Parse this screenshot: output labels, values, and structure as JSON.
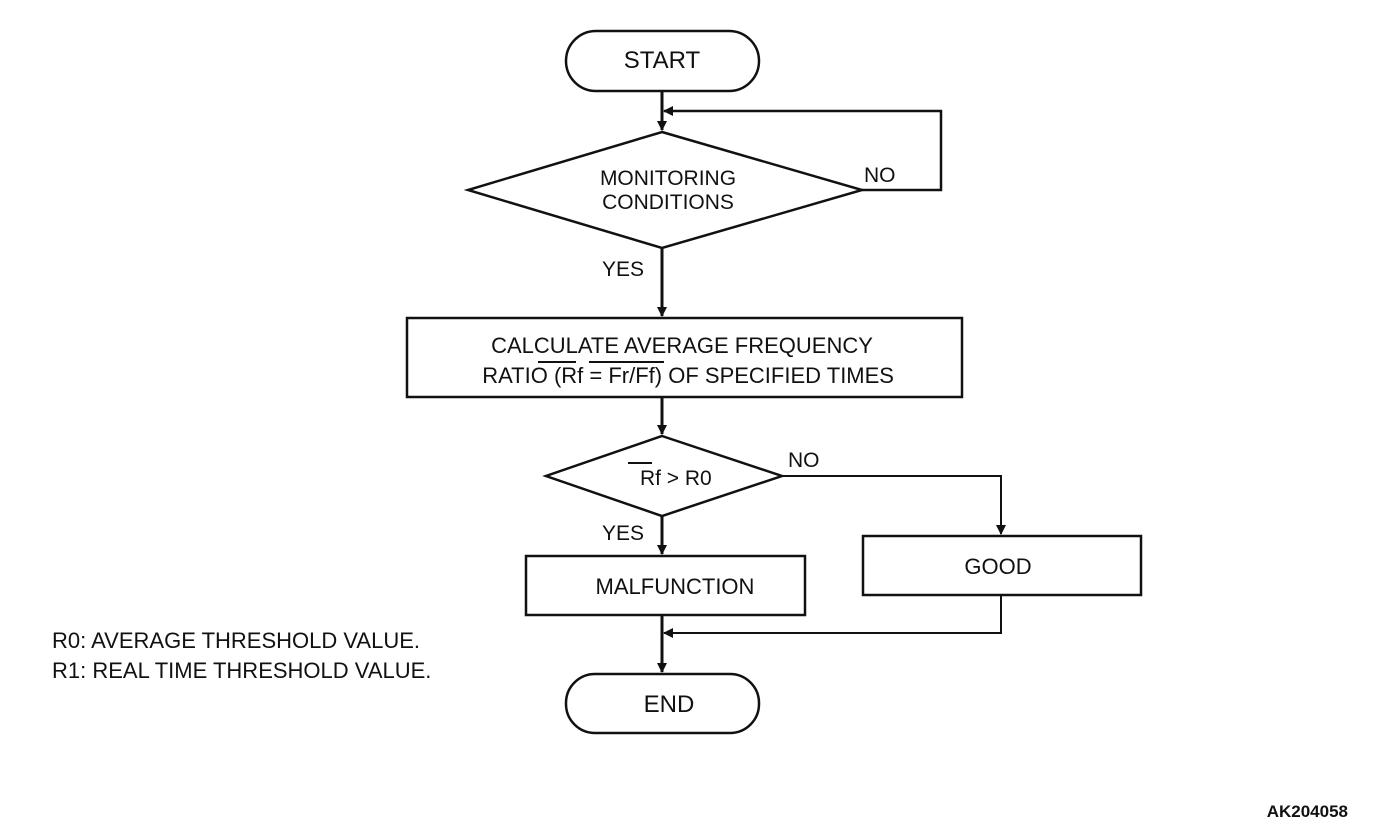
{
  "nodes": {
    "start": "START",
    "monitoring_line1": "MONITORING",
    "monitoring_line2": "CONDITIONS",
    "calc_line1": "CALCULATE AVERAGE FREQUENCY",
    "calc_line2_prefix": "RATIO ",
    "calc_line2_rf": "(Rf",
    "calc_line2_eq": " = ",
    "calc_line2_frff": "Fr/Ff)",
    "calc_line2_suffix": " OF SPECIFIED TIMES",
    "decision_rf": "Rf",
    "decision_rest": " > R0",
    "malfunction": "MALFUNCTION",
    "good": "GOOD",
    "end": "END"
  },
  "edge_labels": {
    "monitoring_no": "NO",
    "monitoring_yes": "YES",
    "decision_no": "NO",
    "decision_yes": "YES"
  },
  "legend": {
    "r0": "R0: AVERAGE THRESHOLD VALUE.",
    "r1": "R1: REAL TIME THRESHOLD VALUE."
  },
  "figure_code": "AK204058"
}
